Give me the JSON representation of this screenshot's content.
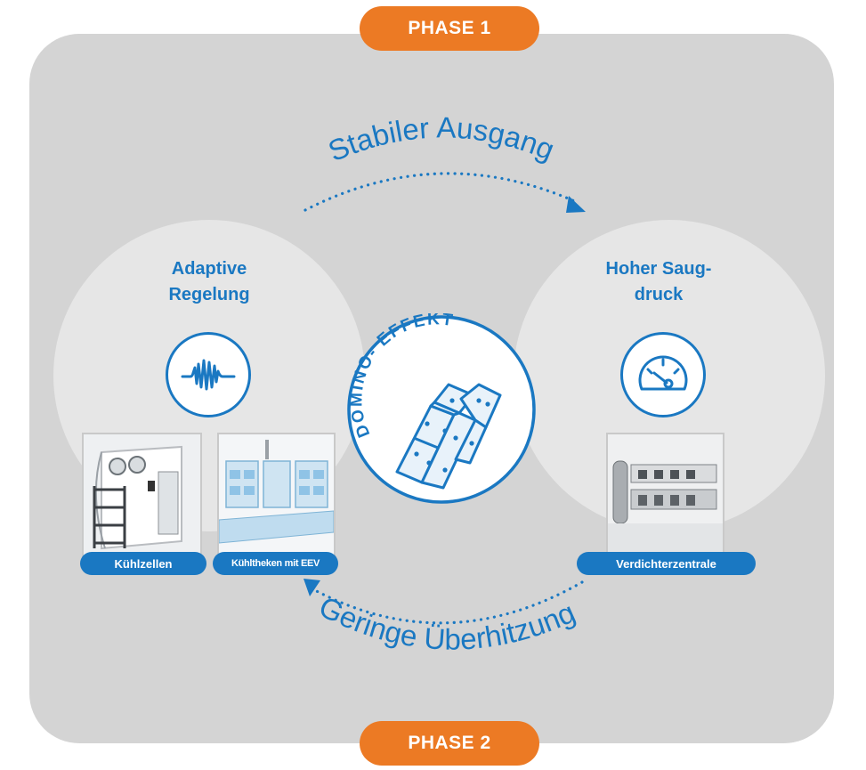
{
  "phases": {
    "top": "PHASE 1",
    "bottom": "PHASE 2"
  },
  "flows": {
    "top": "Stabiler Ausgang",
    "bottom": "Geringe Überhitzung"
  },
  "left_node": {
    "title_lines": [
      "Adaptive",
      "Regelung"
    ],
    "icon": "waveform-icon",
    "items": [
      "Kühlzellen",
      "Kühltheken mit EEV"
    ]
  },
  "right_node": {
    "title_lines": [
      "Hoher Saug-",
      "druck"
    ],
    "icon": "pressure-gauge-icon",
    "items": [
      "Verdichterzentrale"
    ]
  },
  "center": {
    "label": "DOMINO- EFFEKT",
    "icon": "domino-tiles-icon"
  },
  "colors": {
    "accent_blue": "#1a78c2",
    "accent_orange": "#ec7a24",
    "panel_gray": "#d4d4d4"
  }
}
